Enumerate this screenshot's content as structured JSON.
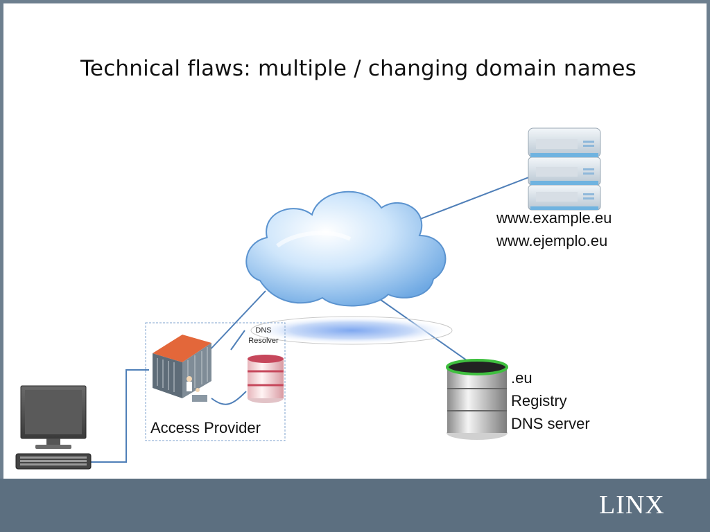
{
  "slide": {
    "title": "Technical flaws: multiple / changing domain names"
  },
  "web_server": {
    "icon": "server-rack-icon",
    "domain_1": "www.example.eu",
    "domain_2": "www.ejemplo.eu"
  },
  "registry": {
    "icon": "database-icon",
    "line_1": ".eu",
    "line_2": "Registry",
    "line_3": "DNS server"
  },
  "access_provider": {
    "label": "Access Provider",
    "resolver_line_1": "DNS",
    "resolver_line_2": "Resolver",
    "icon": "datacenter-icon"
  },
  "internet": {
    "icon": "cloud-icon"
  },
  "computer": {
    "icon": "desktop-computer-icon"
  },
  "branding": {
    "logo_text": "LINX"
  },
  "colors": {
    "link_line": "#4f7fb8",
    "footer": "#5c6f80",
    "frame": "#6d7f8f",
    "cloud": "#a9cff5",
    "server_blue": "#7db8e0",
    "db_red": "#c6475b",
    "db_green": "#3fbf3f"
  }
}
